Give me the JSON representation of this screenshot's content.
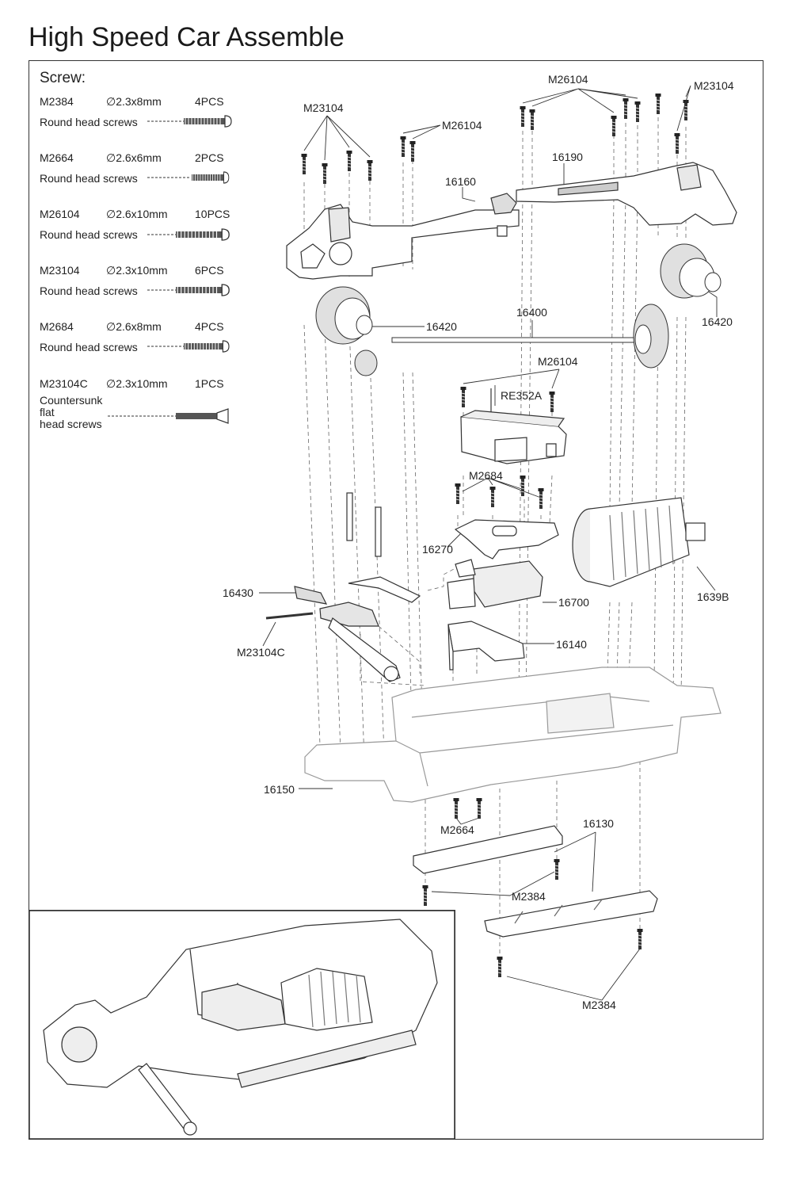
{
  "title": "High Speed Car Assemble",
  "screw_list": {
    "heading": "Screw:",
    "items": [
      {
        "code": "M2384",
        "size": "∅2.3x8mm",
        "qty": "4PCS",
        "desc": "Round head screws"
      },
      {
        "code": "M2664",
        "size": "∅2.6x6mm",
        "qty": "2PCS",
        "desc": "Round head screws"
      },
      {
        "code": "M26104",
        "size": "∅2.6x10mm",
        "qty": "10PCS",
        "desc": "Round head screws"
      },
      {
        "code": "M23104",
        "size": "∅2.3x10mm",
        "qty": "6PCS",
        "desc": "Round head screws"
      },
      {
        "code": "M2684",
        "size": "∅2.6x8mm",
        "qty": "4PCS",
        "desc": "Round head screws"
      },
      {
        "code": "M23104C",
        "size": "∅2.3x10mm",
        "qty": "1PCS",
        "desc": "Countersunk flat\nhead screws"
      }
    ]
  },
  "part_labels": {
    "m26104_top": "M26104",
    "m23104_top_right": "M23104",
    "m23104_left": "M23104",
    "m26104_mid": "M26104",
    "p16190": "16190",
    "p16160": "16160",
    "p16420_left": "16420",
    "p16420_right": "16420",
    "p16400": "16400",
    "m26104_servo": "M26104",
    "re352a": "RE352A",
    "m2684": "M2684",
    "p16270": "16270",
    "p16430": "16430",
    "m23104c": "M23104C",
    "p16700": "16700",
    "p1639b": "1639B",
    "p16140": "16140",
    "p16150": "16150",
    "m2664": "M2664",
    "p16130": "16130",
    "m2384_mid": "M2384",
    "m2384_bottom": "M2384"
  },
  "colors": {
    "line": "#333333",
    "part_fill": "#ffffff",
    "shade": "#cfcfcf",
    "dark": "#555555"
  }
}
